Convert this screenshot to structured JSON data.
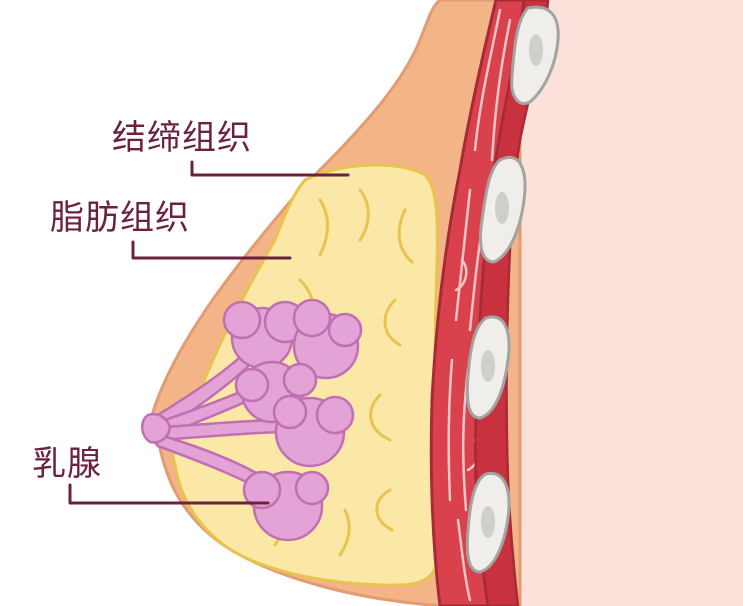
{
  "labels": {
    "connective_tissue": "结缔组织",
    "fat_tissue": "脂肪组织",
    "mammary_gland": "乳腺"
  },
  "colors": {
    "background": "#ffffff",
    "body_skin": "#fbe1da",
    "breast_skin": "#f3b487",
    "skin_outline": "#e39b72",
    "fat": "#fbe8a6",
    "fat_outline": "#e8c34e",
    "gland": "#e3a3d6",
    "gland_outline": "#c06fb3",
    "muscle": "#d9424d",
    "muscle_outline": "#a82a37",
    "muscle_fiber": "#f6c6c4",
    "rib": "#efeeea",
    "rib_outline": "#a3a3a0",
    "pointer_line": "#6b2140",
    "label_text": "#6b2140"
  },
  "icons": [
    "breast-anatomy-illustration"
  ]
}
